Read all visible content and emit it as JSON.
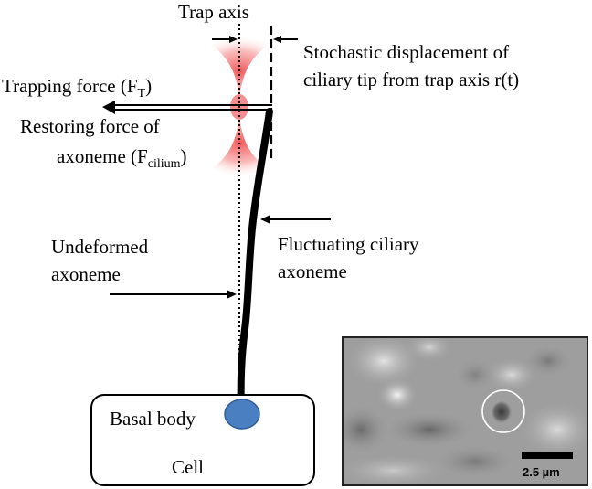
{
  "labels": {
    "trap_axis": "Trap axis",
    "stochastic_line1": "Stochastic displacement of",
    "stochastic_line2": "ciliary tip from trap axis r(t)",
    "trapping_force": "Trapping force (F",
    "trapping_force_sub": "T",
    "trapping_force_end": ")",
    "restoring_line1": "Restoring force of",
    "restoring_line2": "axoneme (F",
    "restoring_sub": "cilium",
    "restoring_end": ")",
    "undeformed_line1": "Undeformed",
    "undeformed_line2": "axoneme",
    "fluctuating_line1": "Fluctuating ciliary",
    "fluctuating_line2": "axoneme",
    "basal_body": "Basal body",
    "cell": "Cell"
  },
  "micrograph": {
    "scale_bar_label": "2.5 µm"
  },
  "colors": {
    "trap_beam": "#f05050",
    "basal_body_fill": "#4a7fc1",
    "basal_body_stroke": "#2f5f9a"
  }
}
